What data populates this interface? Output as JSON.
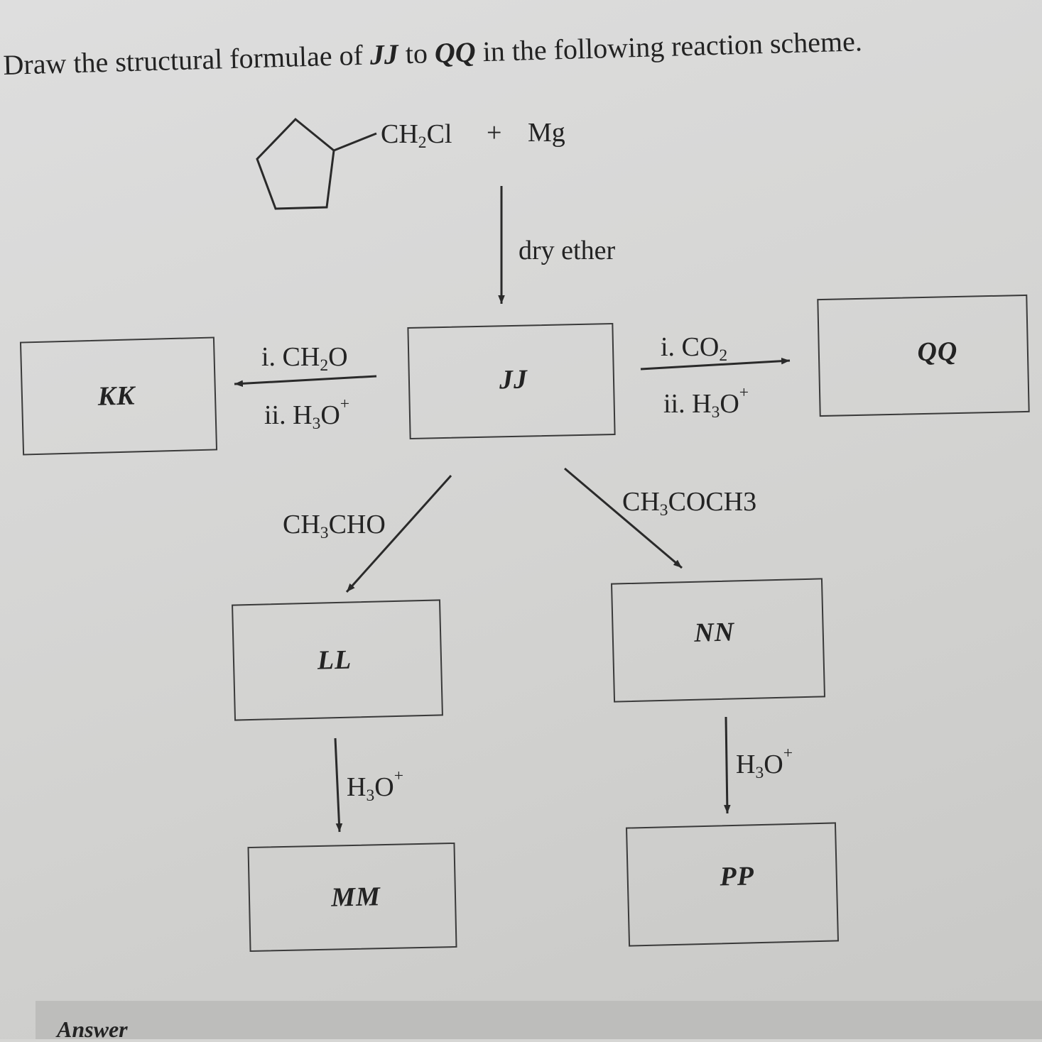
{
  "question": {
    "prefix": "Draw the structural formulae of ",
    "start_label": "JJ",
    "middle": " to ",
    "end_label": "QQ",
    "suffix": " in the following reaction scheme."
  },
  "start": {
    "group_main": "CH",
    "group_sub": "2",
    "group_tail": "Cl",
    "plus": "+",
    "reagent": "Mg"
  },
  "step_down": {
    "label": "dry ether"
  },
  "step_left": {
    "line1_prefix": "i. CH",
    "line1_sub": "2",
    "line1_tail": "O",
    "line2_prefix": "ii. H",
    "line2_sub": "3",
    "line2_tail": "O",
    "line2_sup": "+"
  },
  "step_right": {
    "line1_prefix": "i. CO",
    "line1_sub": "2",
    "line2_prefix": "ii. H",
    "line2_sub": "3",
    "line2_tail": "O",
    "line2_sup": "+"
  },
  "step_diag_left": {
    "prefix": "CH",
    "sub": "3",
    "tail": "CHO"
  },
  "step_diag_right": {
    "prefix": "CH",
    "sub": "3",
    "tail": "COCH3"
  },
  "step_ll_mm": {
    "prefix": "H",
    "sub": "3",
    "tail": "O",
    "sup": "+"
  },
  "step_nn_pp": {
    "prefix": "H",
    "sub": "3",
    "tail": "O",
    "sup": "+"
  },
  "boxes": {
    "jj": "JJ",
    "kk": "KK",
    "qq": "QQ",
    "ll": "LL",
    "nn": "NN",
    "mm": "MM",
    "pp": "PP"
  },
  "footer": {
    "answer": "Answer"
  }
}
